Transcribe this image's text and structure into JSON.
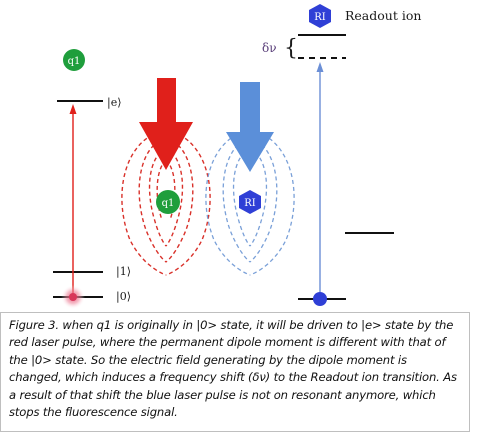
{
  "diagram": {
    "q1_ion_label": "q1",
    "readout_ion_label": "RI",
    "readout_ion_caption": "Readout ion",
    "state_e": "|e⟩",
    "state_1": "|1⟩",
    "state_0": "|0⟩",
    "frequency_shift": "δν",
    "colors": {
      "q1_ion": "#1f9e3c",
      "readout_ion": "#2f3fd6",
      "red_laser": "#e0201b",
      "blue_laser": "#5b8fd9",
      "red_field_lines": "#d9312a",
      "blue_field_lines": "#7aa0d8",
      "level_lines": "#111111",
      "readout_transition": "#6b8fd6"
    }
  },
  "caption": {
    "text": "Figure 3. when q1 is originally in |0> state, it will be driven to |e> state by the red laser  pulse, where the permanent dipole moment is different with that of the |0> state. So the electric field generating by the dipole moment is changed, which induces a frequency shift (δν) to the Readout ion transition. As a result of that shift the blue laser pulse is not on resonant anymore, which stops the fluorescence signal."
  }
}
